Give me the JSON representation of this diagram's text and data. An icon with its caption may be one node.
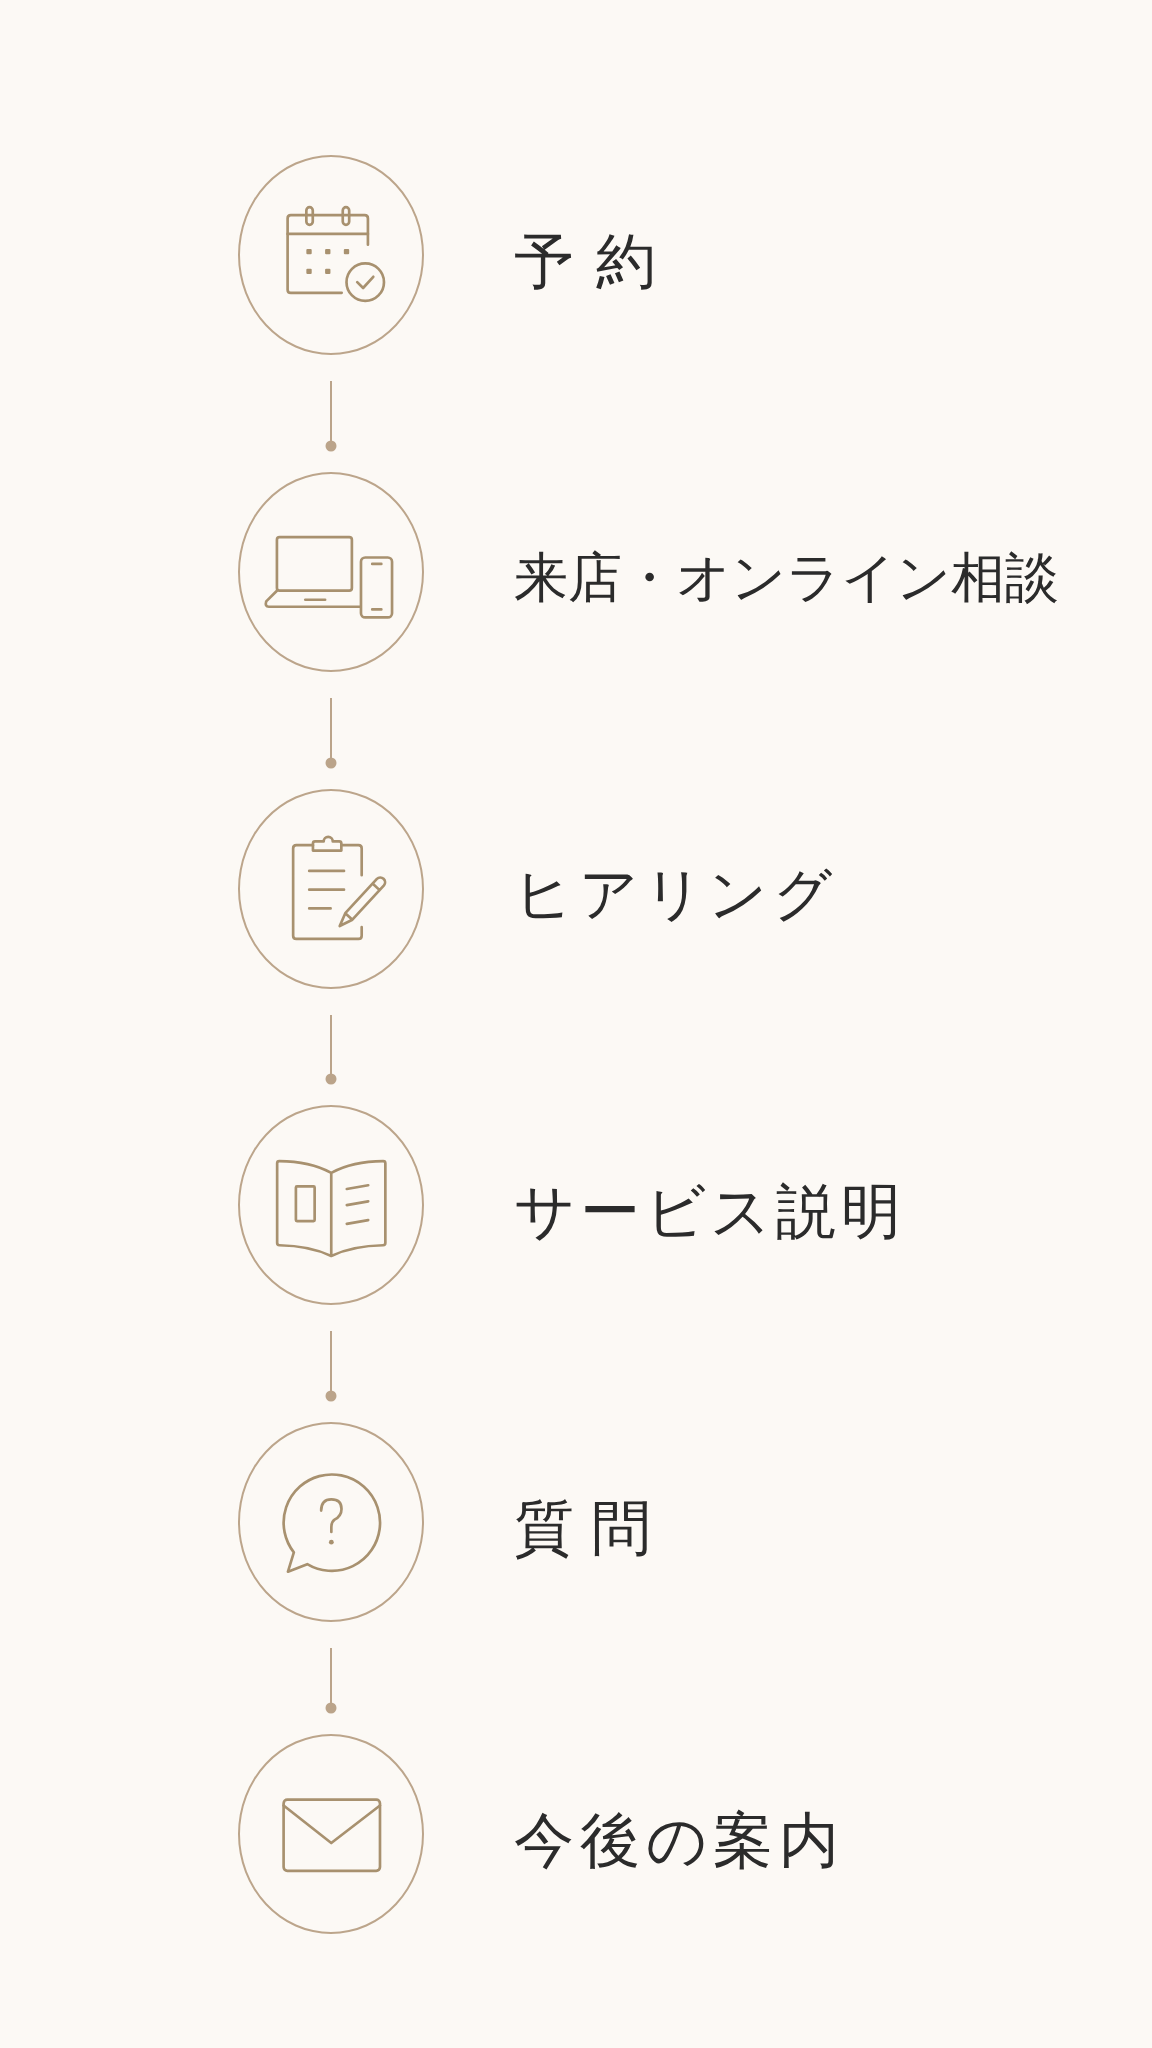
{
  "diagram": {
    "nodes": [
      {
        "text": [
          "予約"
        ]
      },
      {
        "text": [
          "来店・オンライン相談"
        ]
      },
      {
        "text": [
          "ヒアリング"
        ]
      },
      {
        "text": [
          "サービス説明"
        ]
      },
      {
        "text": [
          "質問"
        ]
      },
      {
        "text": [
          "今後の案内"
        ]
      }
    ],
    "edges": [
      {
        "from": 0,
        "to": 1,
        "arrow": "other"
      },
      {
        "from": 1,
        "to": 2,
        "arrow": "other"
      },
      {
        "from": 2,
        "to": 3,
        "arrow": "other"
      },
      {
        "from": 3,
        "to": 4,
        "arrow": "other"
      },
      {
        "from": 4,
        "to": 5,
        "arrow": "other"
      }
    ]
  }
}
